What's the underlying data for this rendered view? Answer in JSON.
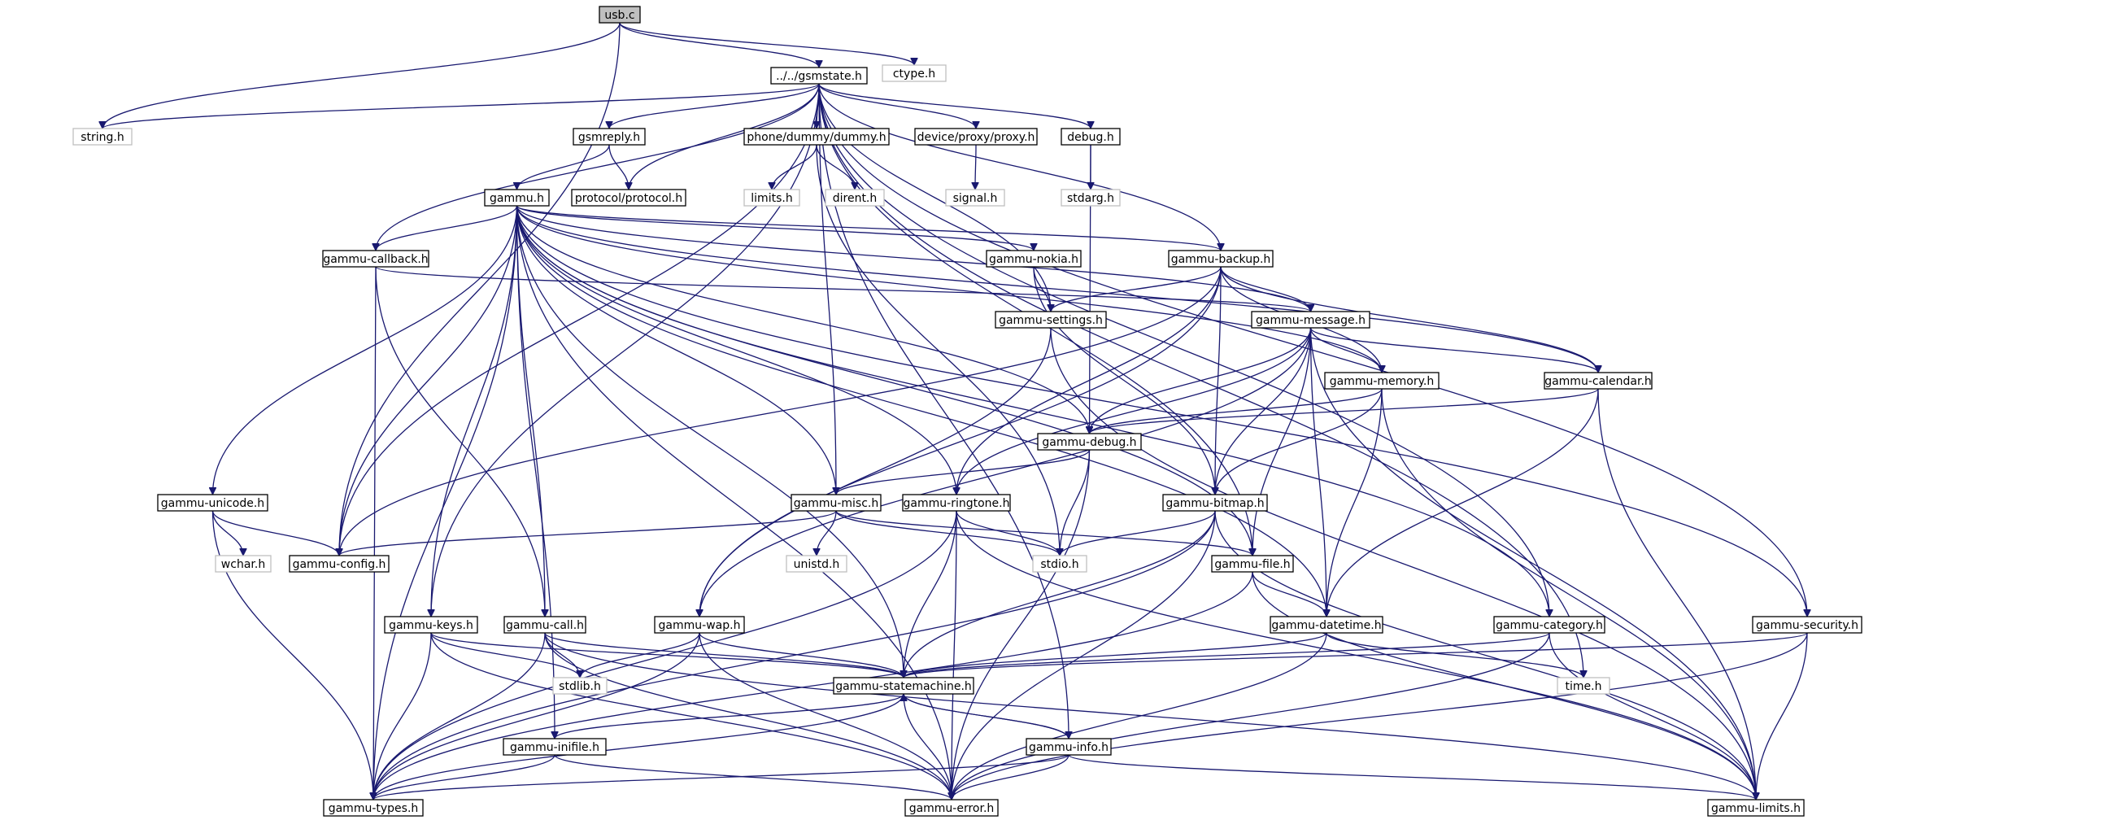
{
  "diagram": {
    "type": "include-dependency-graph",
    "edge_color": "#191970",
    "root_fill": "#bfbfbf",
    "nodes": [
      {
        "id": "usb",
        "label": "usb.c",
        "kind": "root"
      },
      {
        "id": "gsmstate",
        "label": "../../gsmstate.h",
        "kind": "local"
      },
      {
        "id": "ctype",
        "label": "ctype.h",
        "kind": "system"
      },
      {
        "id": "string",
        "label": "string.h",
        "kind": "system"
      },
      {
        "id": "gsmreply",
        "label": "gsmreply.h",
        "kind": "local"
      },
      {
        "id": "phonedummy",
        "label": "phone/dummy/dummy.h",
        "kind": "local"
      },
      {
        "id": "proxy",
        "label": "device/proxy/proxy.h",
        "kind": "local"
      },
      {
        "id": "debug",
        "label": "debug.h",
        "kind": "local"
      },
      {
        "id": "gammu",
        "label": "gammu.h",
        "kind": "local"
      },
      {
        "id": "protocol",
        "label": "protocol/protocol.h",
        "kind": "local"
      },
      {
        "id": "limits",
        "label": "limits.h",
        "kind": "system"
      },
      {
        "id": "dirent",
        "label": "dirent.h",
        "kind": "system"
      },
      {
        "id": "signal",
        "label": "signal.h",
        "kind": "system"
      },
      {
        "id": "stdarg",
        "label": "stdarg.h",
        "kind": "system"
      },
      {
        "id": "callback",
        "label": "gammu-callback.h",
        "kind": "local"
      },
      {
        "id": "nokia",
        "label": "gammu-nokia.h",
        "kind": "local"
      },
      {
        "id": "backup",
        "label": "gammu-backup.h",
        "kind": "local"
      },
      {
        "id": "settings",
        "label": "gammu-settings.h",
        "kind": "local"
      },
      {
        "id": "message",
        "label": "gammu-message.h",
        "kind": "local"
      },
      {
        "id": "memory",
        "label": "gammu-memory.h",
        "kind": "local"
      },
      {
        "id": "calendar",
        "label": "gammu-calendar.h",
        "kind": "local"
      },
      {
        "id": "gdebug",
        "label": "gammu-debug.h",
        "kind": "local"
      },
      {
        "id": "unicode",
        "label": "gammu-unicode.h",
        "kind": "local"
      },
      {
        "id": "misc",
        "label": "gammu-misc.h",
        "kind": "local"
      },
      {
        "id": "ringtone",
        "label": "gammu-ringtone.h",
        "kind": "local"
      },
      {
        "id": "bitmap",
        "label": "gammu-bitmap.h",
        "kind": "local"
      },
      {
        "id": "wchar",
        "label": "wchar.h",
        "kind": "system"
      },
      {
        "id": "config",
        "label": "gammu-config.h",
        "kind": "local"
      },
      {
        "id": "unistd",
        "label": "unistd.h",
        "kind": "system"
      },
      {
        "id": "stdio",
        "label": "stdio.h",
        "kind": "system"
      },
      {
        "id": "file",
        "label": "gammu-file.h",
        "kind": "local"
      },
      {
        "id": "keys",
        "label": "gammu-keys.h",
        "kind": "local"
      },
      {
        "id": "call",
        "label": "gammu-call.h",
        "kind": "local"
      },
      {
        "id": "wap",
        "label": "gammu-wap.h",
        "kind": "local"
      },
      {
        "id": "datetime",
        "label": "gammu-datetime.h",
        "kind": "local"
      },
      {
        "id": "category",
        "label": "gammu-category.h",
        "kind": "local"
      },
      {
        "id": "security",
        "label": "gammu-security.h",
        "kind": "local"
      },
      {
        "id": "stdlib",
        "label": "stdlib.h",
        "kind": "system"
      },
      {
        "id": "statemachine",
        "label": "gammu-statemachine.h",
        "kind": "local"
      },
      {
        "id": "time",
        "label": "time.h",
        "kind": "system"
      },
      {
        "id": "inifile",
        "label": "gammu-inifile.h",
        "kind": "local"
      },
      {
        "id": "info",
        "label": "gammu-info.h",
        "kind": "local"
      },
      {
        "id": "types",
        "label": "gammu-types.h",
        "kind": "local"
      },
      {
        "id": "error",
        "label": "gammu-error.h",
        "kind": "local"
      },
      {
        "id": "glimits",
        "label": "gammu-limits.h",
        "kind": "local"
      }
    ],
    "edges": [
      [
        "usb",
        "gsmstate"
      ],
      [
        "usb",
        "ctype"
      ],
      [
        "usb",
        "string"
      ],
      [
        "usb",
        "config"
      ],
      [
        "gsmstate",
        "string"
      ],
      [
        "gsmstate",
        "gsmreply"
      ],
      [
        "gsmstate",
        "phonedummy"
      ],
      [
        "gsmstate",
        "proxy"
      ],
      [
        "gsmstate",
        "debug"
      ],
      [
        "gsmstate",
        "protocol"
      ],
      [
        "gsmstate",
        "callback"
      ],
      [
        "gsmstate",
        "config"
      ],
      [
        "gsmstate",
        "misc"
      ],
      [
        "gsmstate",
        "keys"
      ],
      [
        "gsmstate",
        "settings"
      ],
      [
        "gsmstate",
        "backup"
      ],
      [
        "gsmstate",
        "file"
      ],
      [
        "gsmstate",
        "info"
      ],
      [
        "gsmstate",
        "category"
      ],
      [
        "gsmstate",
        "security"
      ],
      [
        "gsmstate",
        "time"
      ],
      [
        "gsmreply",
        "gammu"
      ],
      [
        "gsmreply",
        "protocol"
      ],
      [
        "phonedummy",
        "limits"
      ],
      [
        "phonedummy",
        "dirent"
      ],
      [
        "phonedummy",
        "stdio"
      ],
      [
        "proxy",
        "signal"
      ],
      [
        "debug",
        "stdarg"
      ],
      [
        "debug",
        "gdebug"
      ],
      [
        "gammu",
        "callback"
      ],
      [
        "gammu",
        "nokia"
      ],
      [
        "gammu",
        "backup"
      ],
      [
        "gammu",
        "message"
      ],
      [
        "gammu",
        "memory"
      ],
      [
        "gammu",
        "calendar"
      ],
      [
        "gammu",
        "gdebug"
      ],
      [
        "gammu",
        "misc"
      ],
      [
        "gammu",
        "ringtone"
      ],
      [
        "gammu",
        "unicode"
      ],
      [
        "gammu",
        "config"
      ],
      [
        "gammu",
        "types"
      ],
      [
        "gammu",
        "keys"
      ],
      [
        "gammu",
        "call"
      ],
      [
        "gammu",
        "inifile"
      ],
      [
        "gammu",
        "error"
      ],
      [
        "gammu",
        "statemachine"
      ],
      [
        "gammu",
        "file"
      ],
      [
        "gammu",
        "datetime"
      ],
      [
        "gammu",
        "category"
      ],
      [
        "gammu",
        "security"
      ],
      [
        "callback",
        "message"
      ],
      [
        "callback",
        "call"
      ],
      [
        "callback",
        "types"
      ],
      [
        "nokia",
        "settings"
      ],
      [
        "nokia",
        "bitmap"
      ],
      [
        "backup",
        "settings"
      ],
      [
        "backup",
        "message"
      ],
      [
        "backup",
        "memory"
      ],
      [
        "backup",
        "calendar"
      ],
      [
        "backup",
        "bitmap"
      ],
      [
        "backup",
        "ringtone"
      ],
      [
        "backup",
        "wap"
      ],
      [
        "backup",
        "config"
      ],
      [
        "settings",
        "wap"
      ],
      [
        "settings",
        "glimits"
      ],
      [
        "message",
        "memory"
      ],
      [
        "message",
        "calendar"
      ],
      [
        "message",
        "gdebug"
      ],
      [
        "message",
        "bitmap"
      ],
      [
        "message",
        "file"
      ],
      [
        "message",
        "ringtone"
      ],
      [
        "message",
        "wap"
      ],
      [
        "message",
        "datetime"
      ],
      [
        "message",
        "glimits"
      ],
      [
        "memory",
        "gdebug"
      ],
      [
        "memory",
        "bitmap"
      ],
      [
        "memory",
        "datetime"
      ],
      [
        "memory",
        "glimits"
      ],
      [
        "calendar",
        "gdebug"
      ],
      [
        "calendar",
        "datetime"
      ],
      [
        "calendar",
        "glimits"
      ],
      [
        "gdebug",
        "misc"
      ],
      [
        "gdebug",
        "stdio"
      ],
      [
        "gdebug",
        "error"
      ],
      [
        "unicode",
        "wchar"
      ],
      [
        "unicode",
        "config"
      ],
      [
        "unicode",
        "types"
      ],
      [
        "misc",
        "unistd"
      ],
      [
        "misc",
        "stdio"
      ],
      [
        "misc",
        "config"
      ],
      [
        "misc",
        "file"
      ],
      [
        "ringtone",
        "stdio"
      ],
      [
        "ringtone",
        "types"
      ],
      [
        "ringtone",
        "statemachine"
      ],
      [
        "ringtone",
        "error"
      ],
      [
        "ringtone",
        "glimits"
      ],
      [
        "bitmap",
        "stdio"
      ],
      [
        "bitmap",
        "types"
      ],
      [
        "bitmap",
        "statemachine"
      ],
      [
        "bitmap",
        "error"
      ],
      [
        "bitmap",
        "glimits"
      ],
      [
        "file",
        "types"
      ],
      [
        "file",
        "datetime"
      ],
      [
        "file",
        "glimits"
      ],
      [
        "keys",
        "stdlib"
      ],
      [
        "keys",
        "types"
      ],
      [
        "keys",
        "statemachine"
      ],
      [
        "keys",
        "error"
      ],
      [
        "call",
        "stdlib"
      ],
      [
        "call",
        "types"
      ],
      [
        "call",
        "statemachine"
      ],
      [
        "call",
        "error"
      ],
      [
        "call",
        "glimits"
      ],
      [
        "wap",
        "stdlib"
      ],
      [
        "wap",
        "types"
      ],
      [
        "wap",
        "statemachine"
      ],
      [
        "wap",
        "error"
      ],
      [
        "datetime",
        "time"
      ],
      [
        "datetime",
        "statemachine"
      ],
      [
        "datetime",
        "error"
      ],
      [
        "category",
        "statemachine"
      ],
      [
        "category",
        "error"
      ],
      [
        "category",
        "glimits"
      ],
      [
        "security",
        "statemachine"
      ],
      [
        "security",
        "error"
      ],
      [
        "security",
        "glimits"
      ],
      [
        "statemachine",
        "inifile"
      ],
      [
        "statemachine",
        "info"
      ],
      [
        "statemachine",
        "types"
      ],
      [
        "statemachine",
        "error"
      ],
      [
        "inifile",
        "types"
      ],
      [
        "inifile",
        "error"
      ],
      [
        "info",
        "statemachine"
      ],
      [
        "info",
        "types"
      ],
      [
        "info",
        "error"
      ],
      [
        "info",
        "glimits"
      ]
    ]
  }
}
